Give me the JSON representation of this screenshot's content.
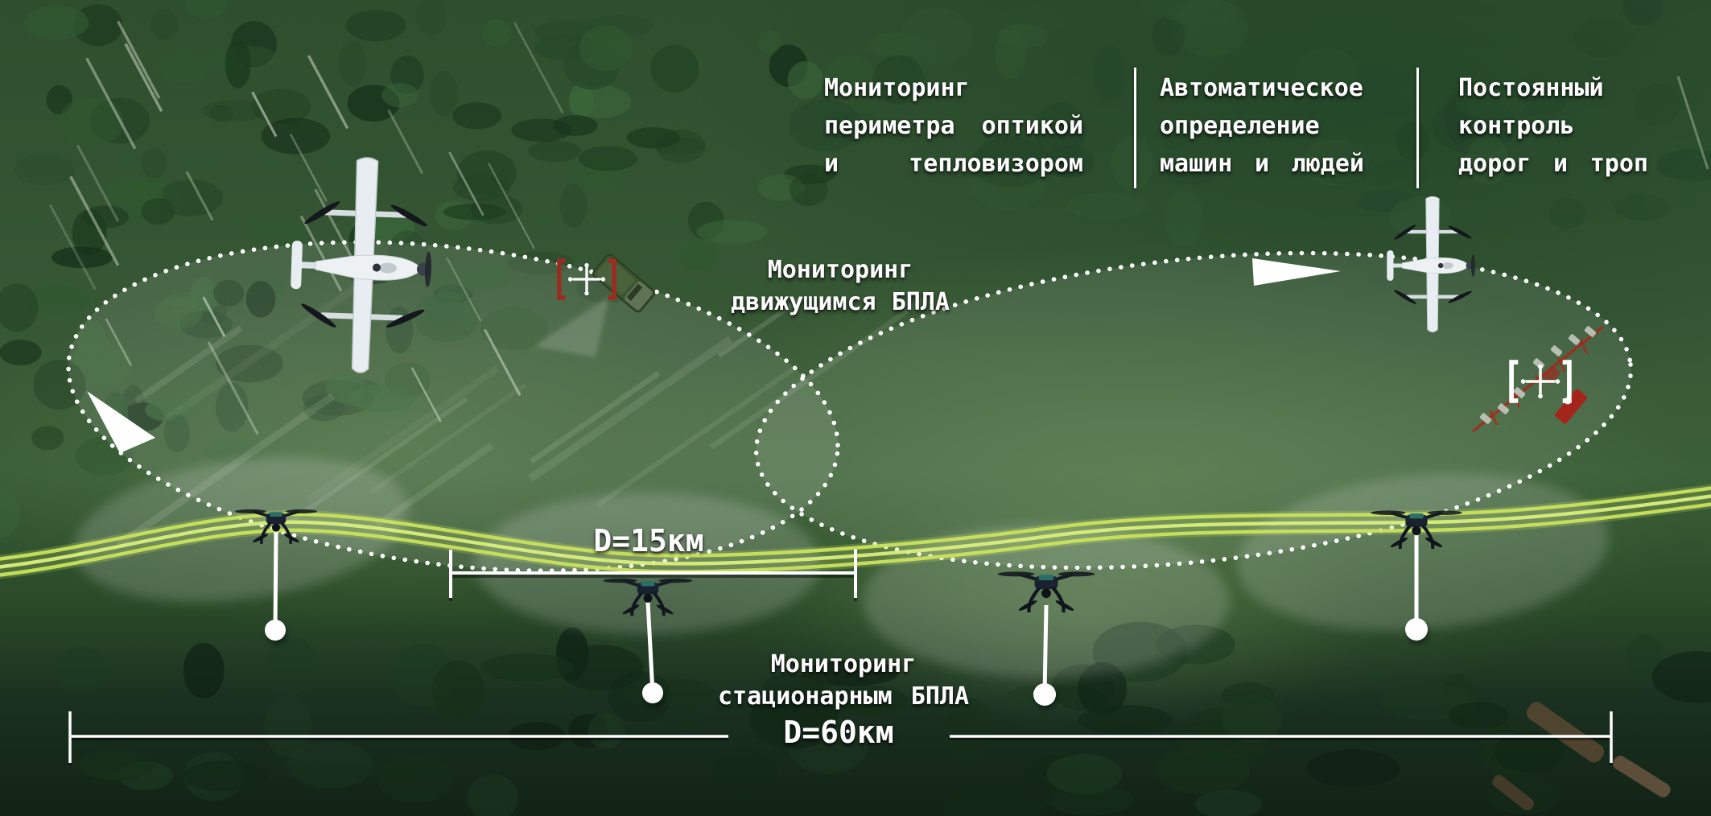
{
  "diagram": {
    "features": [
      {
        "lines": [
          "Мониторинг",
          "периметра оптикой",
          "и тепловизором"
        ]
      },
      {
        "lines": [
          "Автоматическое",
          "определение",
          "машин и людей"
        ]
      },
      {
        "lines": [
          "Постоянный",
          "контроль",
          "дорог и троп"
        ]
      }
    ],
    "moving_uav_label": {
      "lines": [
        "Мониторинг",
        "движущимся БПЛА"
      ]
    },
    "stationary_uav_label": {
      "lines": [
        "Мониторинг",
        "стационарным БПЛА"
      ]
    },
    "distance_single_coverage": "D=15км",
    "distance_total": "D=60км",
    "icons": {
      "vtol_drone": "fixed-wing VTOL drone, top view, white",
      "quadcopter": "tethered quadcopter drone, dark",
      "crosshair_vehicle": "red-bracket crosshair target over truck",
      "crosshair_people": "white-bracket crosshair target over people trail",
      "direction_arrow": "white triangle arrow on patrol route",
      "tether_anchor": "white dot ground anchor"
    },
    "colors": {
      "road": "#c9e35f",
      "route_dotted": "#ffffff",
      "target_bracket_red": "#9c2c20",
      "people_trail_red": "#a8271b",
      "text": "#ffffff"
    }
  }
}
